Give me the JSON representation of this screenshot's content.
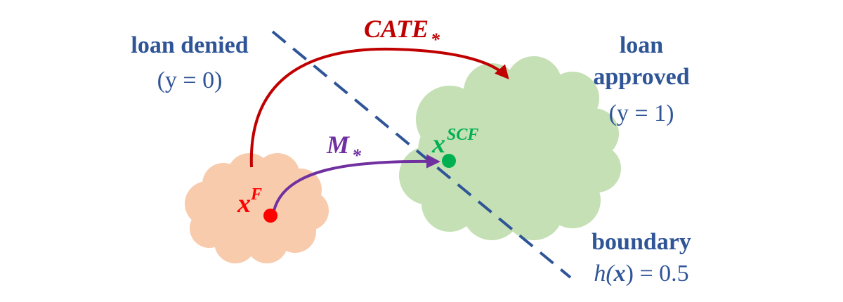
{
  "colors": {
    "blue_text": "#2f5597",
    "boundary": "#2f5597",
    "cate_arrow": "#c00000",
    "m_arrow": "#7030a0",
    "factual_cloud": "#f8cbad",
    "factual_point": "#ff0000",
    "scf_cloud": "#c5e0b4",
    "scf_point": "#00b050"
  },
  "labels": {
    "loan_denied": "loan denied",
    "loan_denied_eq": "(y = 0)",
    "loan_approved_line1": "loan",
    "loan_approved_line2": "approved",
    "loan_approved_eq": "(y = 1)",
    "boundary_title": "boundary",
    "boundary_h": "h(",
    "boundary_x": "x",
    "boundary_rest": ") = 0.5"
  },
  "cate": {
    "name": "CATE",
    "sub": "*"
  },
  "m": {
    "name": "M",
    "sub": "*"
  },
  "factual": {
    "base": "x",
    "sup": "F"
  },
  "scf": {
    "base": "x",
    "sup": "SCF"
  }
}
